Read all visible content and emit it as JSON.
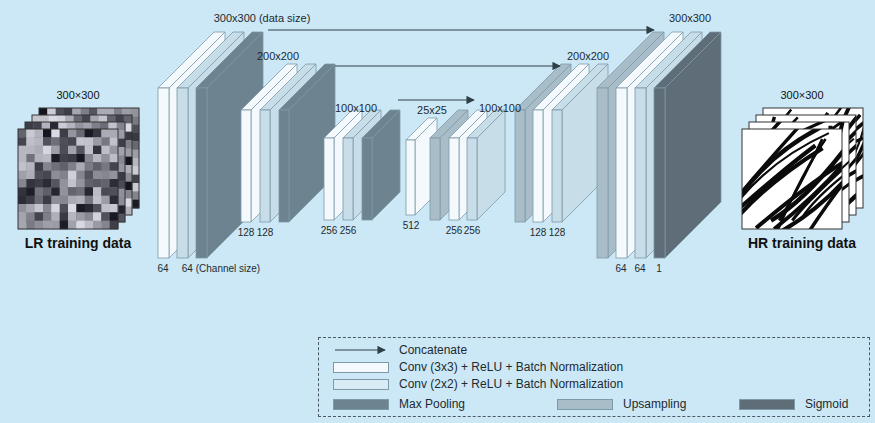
{
  "diagram": {
    "nodes": [
      {
        "text": [
          "300×300",
          "LR training data"
        ]
      },
      {
        "text": [
          "300×300",
          "HR training data"
        ]
      }
    ],
    "labels": [
      "300x300 (data size)",
      "200x200",
      "100x100",
      "25x25",
      "100x100",
      "200x200",
      "300x300",
      "64",
      "64 (Channel size)",
      "128",
      "128",
      "256",
      "256",
      "512",
      "256",
      "256",
      "128",
      "128",
      "64",
      "64",
      "1"
    ],
    "legend": [
      {
        "text": "Concatenate"
      },
      {
        "text": "Conv (3x3) + ReLU + Batch Normalization",
        "color": "#f3f9fc"
      },
      {
        "text": "Conv (2x2) + ReLU + Batch Normalization",
        "color": "#d9ebf4"
      },
      {
        "text": "Max Pooling",
        "color": "#6d8390"
      },
      {
        "text": "Upsampling",
        "color": "#a9bdc8"
      },
      {
        "text": "Sigmoid",
        "color": "#5e6d77"
      }
    ]
  }
}
